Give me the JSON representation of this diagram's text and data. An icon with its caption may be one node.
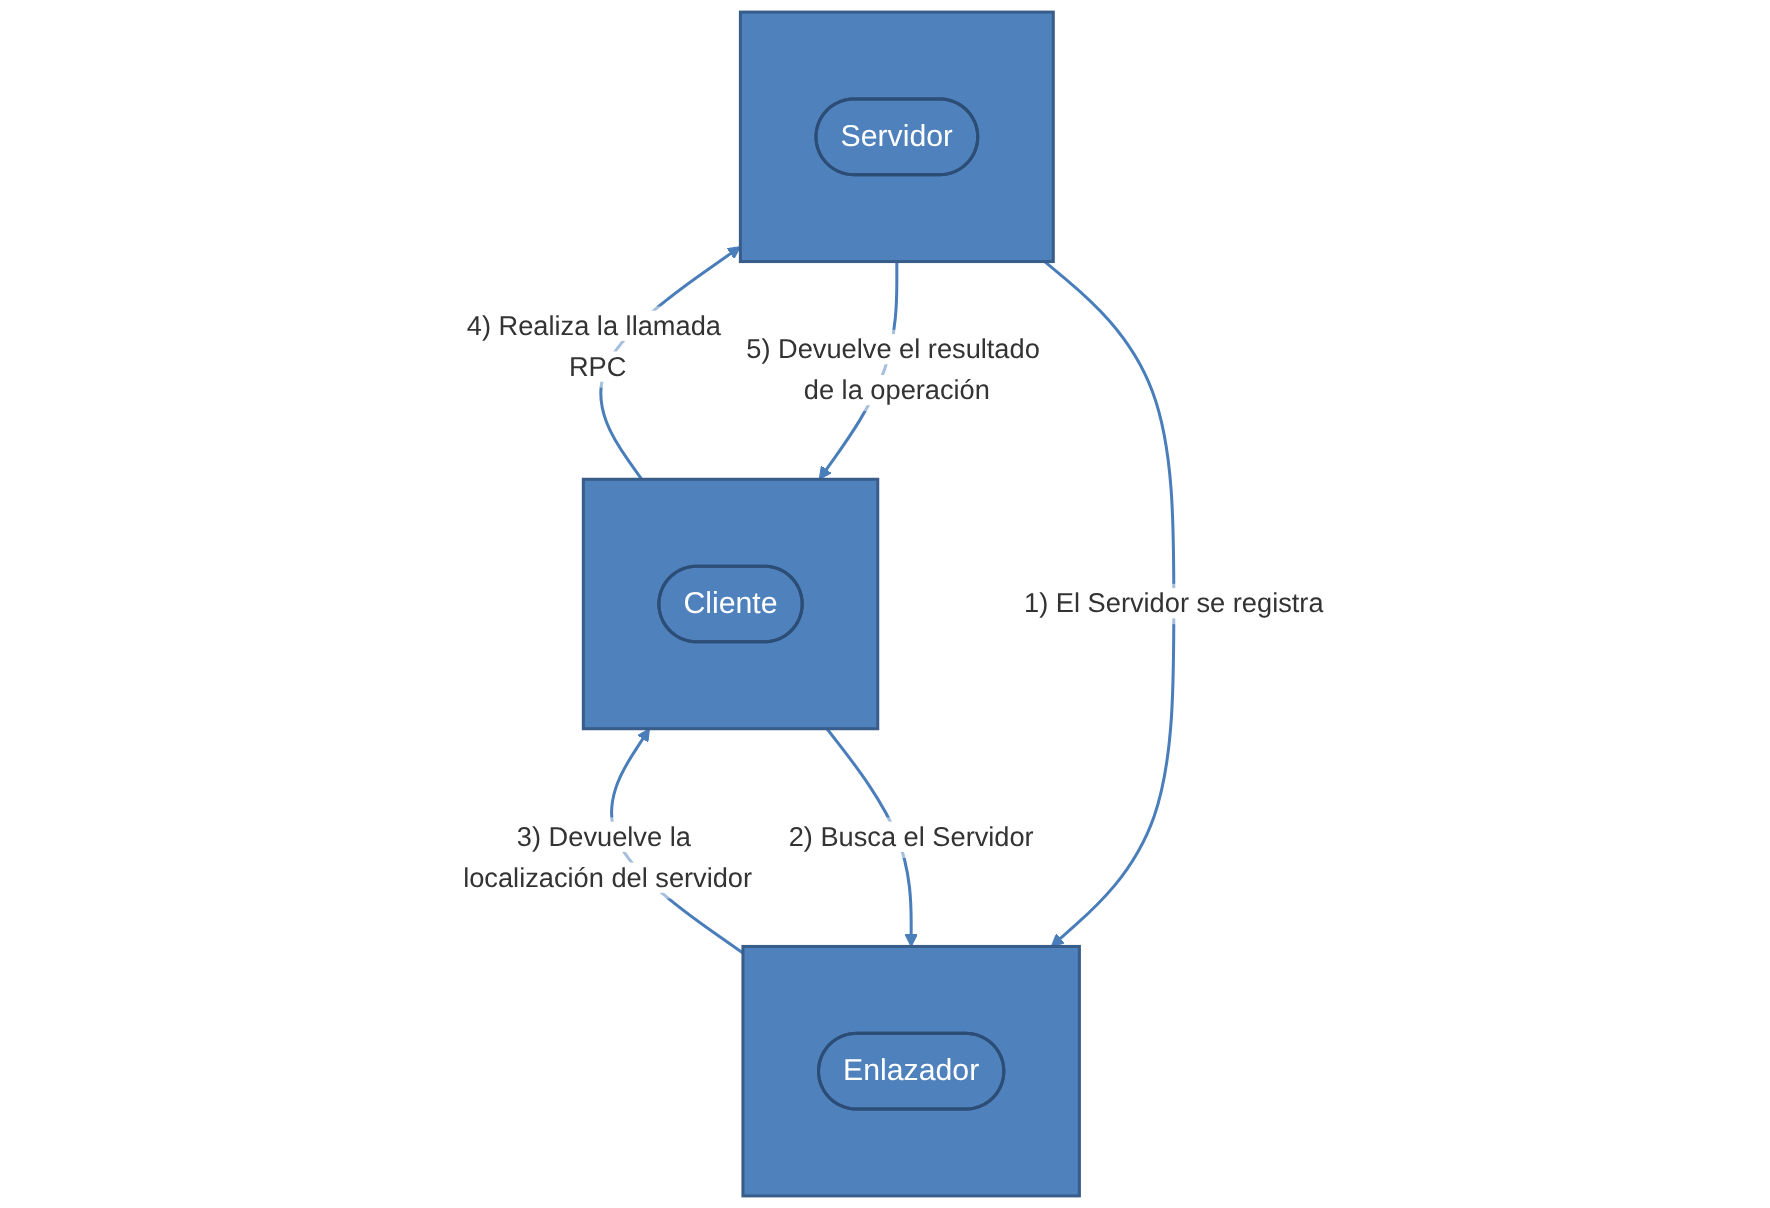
{
  "diagram": {
    "nodes": [
      {
        "text": [],
        "shape": "box"
      },
      {
        "text": [
          "Servidor"
        ],
        "in": 0
      },
      {
        "text": [],
        "shape": "box"
      },
      {
        "text": [
          "Cliente"
        ],
        "in": 2
      },
      {
        "text": [],
        "shape": "box"
      },
      {
        "text": [
          "Enlazador"
        ],
        "in": 4
      }
    ],
    "edges": [
      {
        "from": 0,
        "to": 4,
        "arrow": "to",
        "label": "1) El Servidor se registra"
      },
      {
        "from": 2,
        "to": 4,
        "arrow": "to",
        "label": "2) Busca el Servidor"
      },
      {
        "from": 4,
        "to": 2,
        "arrow": "to",
        "label": "3) Devuelve la localización del servidor"
      },
      {
        "from": 2,
        "to": 0,
        "arrow": "to",
        "label": "4) Realiza la llamada RPC"
      },
      {
        "from": 0,
        "to": 2,
        "arrow": "to",
        "label": "5) Devuelve el resultado de la operación"
      }
    ]
  }
}
